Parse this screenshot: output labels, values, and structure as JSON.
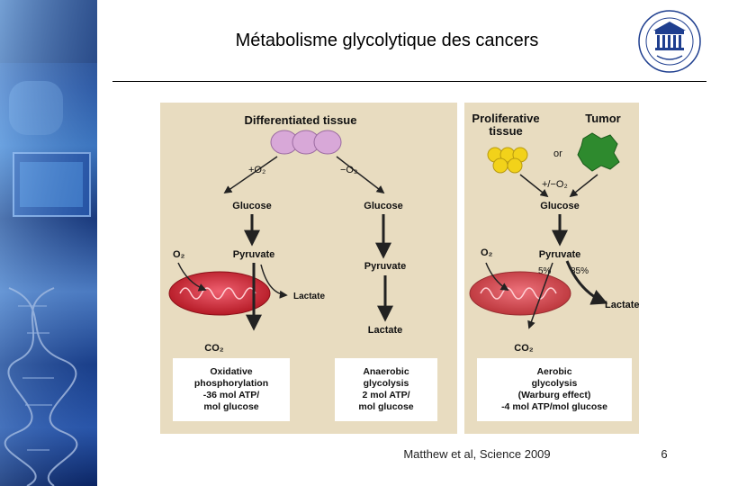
{
  "slide": {
    "title": "Métabolisme glycolytique des cancers",
    "caption": "Matthew et al, Science 2009",
    "page_number": "6"
  },
  "figure": {
    "left_panel": {
      "heading": "Differentiated tissue",
      "branch_oxic": "+O₂",
      "branch_anoxic": "−O₂",
      "glucose_1": "Glucose",
      "glucose_2": "Glucose",
      "o2": "O₂",
      "pyruvate_1": "Pyruvate",
      "pyruvate_2": "Pyruvate",
      "lactate_small": "Lactate",
      "lactate_2": "Lactate",
      "co2": "CO₂",
      "box_oxidative": [
        "Oxidative",
        "phosphorylation",
        "-36 mol ATP/",
        "mol glucose"
      ],
      "box_anaerobic": [
        "Anaerobic",
        "glycolysis",
        "2 mol ATP/",
        "mol glucose"
      ]
    },
    "right_panel": {
      "heading_proliferative": [
        "Proliferative",
        "tissue"
      ],
      "heading_tumor": "Tumor",
      "or": "or",
      "plus_minus_o2": "+/−O₂",
      "glucose": "Glucose",
      "o2": "O₂",
      "pyruvate": "Pyruvate",
      "pct_5": "5%",
      "pct_85": "85%",
      "lactate": "Lactate",
      "co2": "CO₂",
      "box_aerobic": [
        "Aerobic",
        "glycolysis",
        "(Warburg effect)",
        "-4 mol ATP/mol glucose"
      ]
    }
  },
  "colors": {
    "panel_bg": "#e8dcc0",
    "panel_inner": "#ded0ae",
    "box_bg": "#ffffff",
    "mito_red": "#c8202e",
    "cell_pink": "#d8a8d8",
    "prolif_yellow": "#f2d21a",
    "tumor_green": "#2e8a2e"
  }
}
